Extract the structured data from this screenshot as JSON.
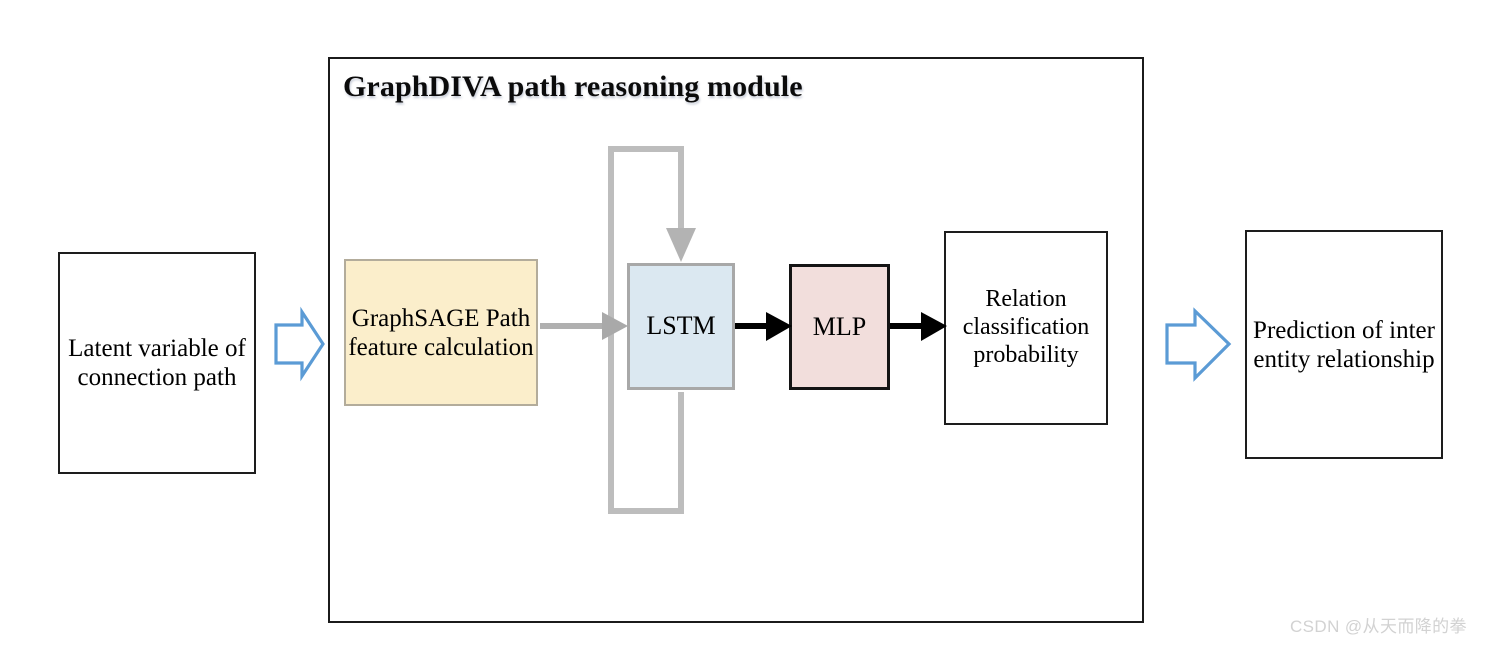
{
  "figure": {
    "title": "GraphDIVA path reasoning module",
    "watermark": "CSDN @从天而降的拳"
  },
  "colors": {
    "graphsage_fill": "#fbeecb",
    "graphsage_border": "#b3ac9b",
    "lstm_fill": "#dbe8f1",
    "lstm_border": "#a8a8a8",
    "mlp_fill": "#f2dedc",
    "mlp_border": "#141414",
    "plain_border": "#1d1d1d",
    "module_border": "#1b1b1b",
    "block_arrow_stroke": "#5b9bd5",
    "gray_arrow": "#b0b0b0",
    "black_arrow": "#000000",
    "watermark_text": "#d2d2d2"
  },
  "nodes": {
    "latent": {
      "label": "Latent variable of connection path",
      "lines": [
        "Latent",
        "variable of",
        "connection",
        "path"
      ]
    },
    "graphsage": {
      "label": "GraphSAGE Path feature calculation",
      "lines": [
        "GraphSAGE",
        "Path feature",
        "calculation"
      ]
    },
    "lstm": {
      "label": "LSTM"
    },
    "mlp": {
      "label": "MLP"
    },
    "relation": {
      "label": "Relation classification probability",
      "lines": [
        "Relation",
        "classificati",
        "on",
        "probability"
      ]
    },
    "prediction": {
      "label": "Prediction of inter entity relationship",
      "lines": [
        "Prediction of",
        "inter entity",
        "relationship"
      ]
    }
  },
  "connectors": [
    {
      "name": "latent-to-module",
      "style": "blue-block-arrow",
      "from": "latent",
      "to": "graphsage"
    },
    {
      "name": "graphsage-to-lstm",
      "style": "gray-arrow",
      "from": "graphsage",
      "to": "lstm"
    },
    {
      "name": "lstm-recurrent-loop",
      "style": "gray-loop-arrow",
      "from": "lstm",
      "to": "lstm"
    },
    {
      "name": "lstm-to-mlp",
      "style": "black-arrow",
      "from": "lstm",
      "to": "mlp"
    },
    {
      "name": "mlp-to-relation",
      "style": "black-arrow",
      "from": "mlp",
      "to": "relation"
    },
    {
      "name": "module-to-prediction",
      "style": "blue-block-arrow",
      "from": "relation",
      "to": "prediction"
    }
  ]
}
